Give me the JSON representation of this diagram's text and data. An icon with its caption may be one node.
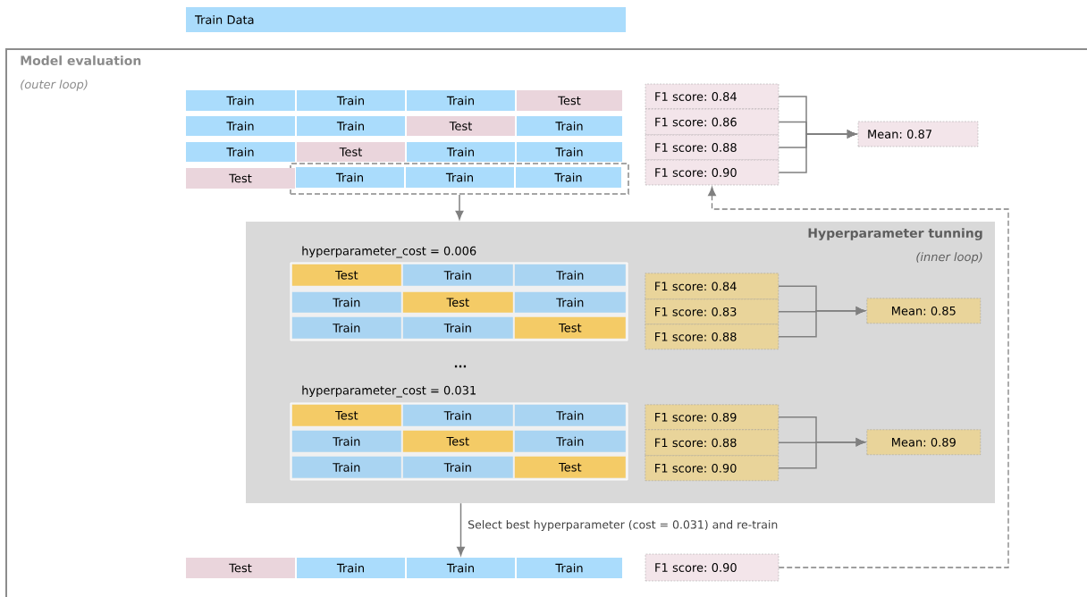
{
  "diagram": {
    "nodes": [
      {
        "text": [
          "Train Data"
        ]
      },
      {
        "text": [
          "Model evaluation",
          "(outer loop)"
        ]
      },
      {
        "text": [
          "Train"
        ],
        "in": 1
      },
      {
        "text": [
          "Train"
        ],
        "in": 1
      },
      {
        "text": [
          "Train"
        ],
        "in": 1
      },
      {
        "text": [
          "Test"
        ],
        "in": 1
      },
      {
        "text": [
          "Train"
        ],
        "in": 1
      },
      {
        "text": [
          "Train"
        ],
        "in": 1
      },
      {
        "text": [
          "Test"
        ],
        "in": 1
      },
      {
        "text": [
          "Train"
        ],
        "in": 1
      },
      {
        "text": [
          "Train"
        ],
        "in": 1
      },
      {
        "text": [
          "Test"
        ],
        "in": 1
      },
      {
        "text": [
          "Train"
        ],
        "in": 1
      },
      {
        "text": [
          "Train"
        ],
        "in": 1
      },
      {
        "text": [
          "Test"
        ],
        "in": 1
      },
      {
        "text": [],
        "shape": "box",
        "in": 1
      },
      {
        "text": [
          "Train"
        ],
        "in": 15
      },
      {
        "text": [
          "Train"
        ],
        "in": 15
      },
      {
        "text": [
          "Train"
        ],
        "in": 15
      },
      {
        "text": [
          "F1 score: 0.84"
        ],
        "in": 1
      },
      {
        "text": [
          "F1 score: 0.86"
        ],
        "in": 1
      },
      {
        "text": [
          "F1 score: 0.88"
        ],
        "in": 1
      },
      {
        "text": [
          "F1 score: 0.90"
        ],
        "in": 1
      },
      {
        "text": [
          "Mean: 0.87"
        ],
        "in": 1
      },
      {
        "text": [
          "Hyperparameter tunning",
          "(inner loop)"
        ],
        "in": 1
      },
      {
        "text": [
          "Test"
        ],
        "in": 24
      },
      {
        "text": [
          "Train"
        ],
        "in": 24
      },
      {
        "text": [
          "Train"
        ],
        "in": 24
      },
      {
        "text": [
          "Train"
        ],
        "in": 24
      },
      {
        "text": [
          "Test"
        ],
        "in": 24
      },
      {
        "text": [
          "Train"
        ],
        "in": 24
      },
      {
        "text": [
          "Train"
        ],
        "in": 24
      },
      {
        "text": [
          "Train"
        ],
        "in": 24
      },
      {
        "text": [
          "Test"
        ],
        "in": 24
      },
      {
        "text": [
          "F1 score: 0.84"
        ],
        "in": 24
      },
      {
        "text": [
          "F1 score: 0.83"
        ],
        "in": 24
      },
      {
        "text": [
          "F1 score: 0.88"
        ],
        "in": 24
      },
      {
        "text": [
          "Mean: 0.85"
        ],
        "in": 24
      },
      {
        "text": [
          "Test"
        ],
        "in": 24
      },
      {
        "text": [
          "Train"
        ],
        "in": 24
      },
      {
        "text": [
          "Train"
        ],
        "in": 24
      },
      {
        "text": [
          "Train"
        ],
        "in": 24
      },
      {
        "text": [
          "Test"
        ],
        "in": 24
      },
      {
        "text": [
          "Train"
        ],
        "in": 24
      },
      {
        "text": [
          "Train"
        ],
        "in": 24
      },
      {
        "text": [
          "Train"
        ],
        "in": 24
      },
      {
        "text": [
          "Test"
        ],
        "in": 24
      },
      {
        "text": [
          "F1 score: 0.89"
        ],
        "in": 24
      },
      {
        "text": [
          "F1 score: 0.88"
        ],
        "in": 24
      },
      {
        "text": [
          "F1 score: 0.90"
        ],
        "in": 24
      },
      {
        "text": [
          "Mean: 0.89"
        ],
        "in": 24
      },
      {
        "text": [
          "Test"
        ],
        "in": 1
      },
      {
        "text": [
          "Train"
        ],
        "in": 1
      },
      {
        "text": [
          "Train"
        ],
        "in": 1
      },
      {
        "text": [
          "Train"
        ],
        "in": 1
      },
      {
        "text": [
          "F1 score: 0.90"
        ],
        "in": 1
      }
    ],
    "edges": [
      {
        "from": 15,
        "to": 24,
        "arrow": "to"
      },
      {
        "from": 19,
        "to": 23,
        "arrow": "to"
      },
      {
        "from": 20,
        "to": 23,
        "arrow": "to"
      },
      {
        "from": 21,
        "to": 23,
        "arrow": "to"
      },
      {
        "from": 22,
        "to": 23,
        "arrow": "to"
      },
      {
        "from": 34,
        "to": 37,
        "arrow": "to"
      },
      {
        "from": 35,
        "to": 37,
        "arrow": "to"
      },
      {
        "from": 36,
        "to": 37,
        "arrow": "to"
      },
      {
        "from": 47,
        "to": 50,
        "arrow": "to"
      },
      {
        "from": 48,
        "to": 50,
        "arrow": "to"
      },
      {
        "from": 49,
        "to": 50,
        "arrow": "to"
      },
      {
        "from": 24,
        "to": 53,
        "arrow": "to",
        "label": "Select best hyperparameter (cost = 0.031) and re-train"
      },
      {
        "from": 55,
        "to": 22,
        "arrow": "to",
        "style": "dashed"
      }
    ],
    "labels": [
      "hyperparameter_cost = 0.006",
      "...",
      "hyperparameter_cost = 0.031"
    ]
  }
}
